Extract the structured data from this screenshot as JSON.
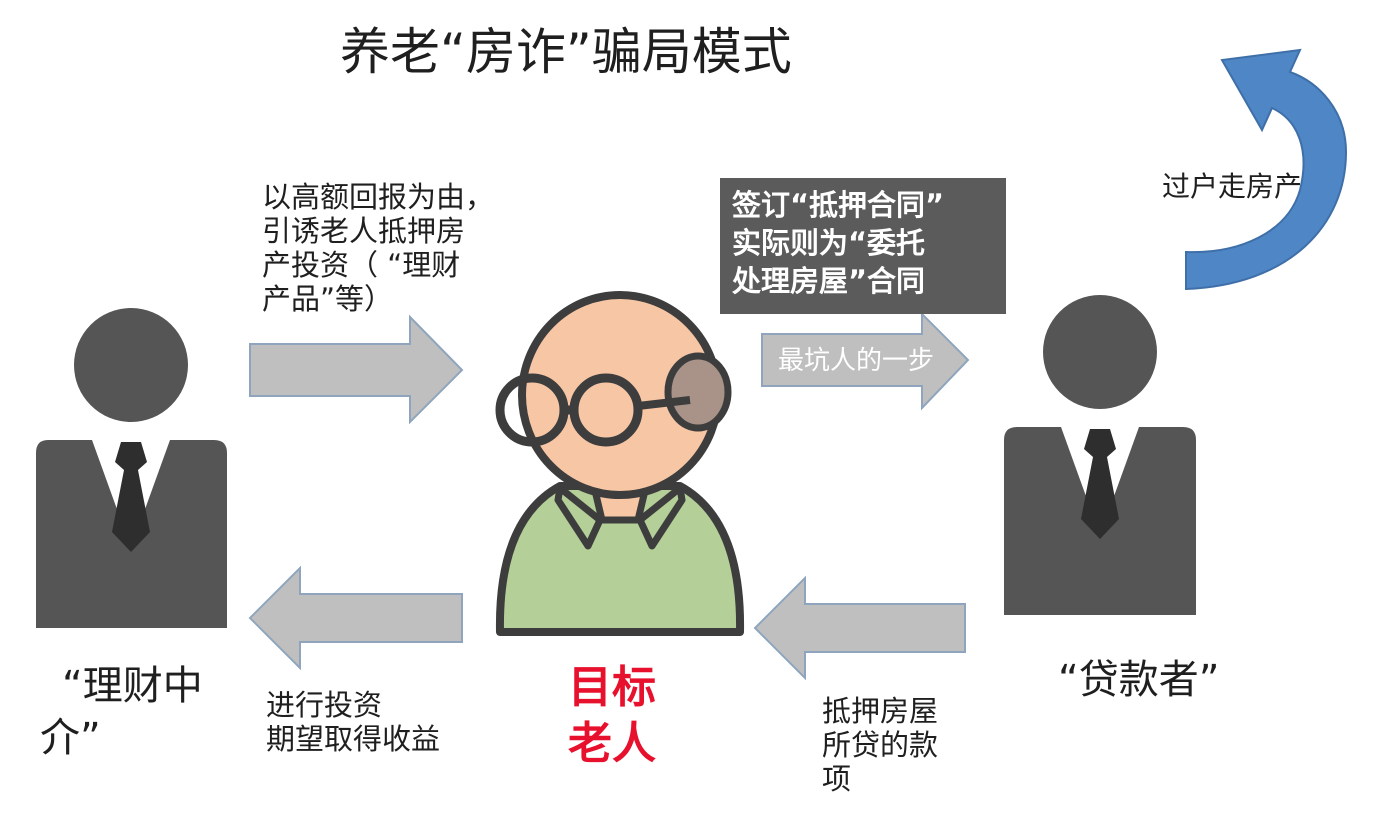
{
  "title": "养老“房诈”骗局模式",
  "actors": {
    "agent": {
      "lines": [
        "“理财中",
        "介”"
      ]
    },
    "lender": {
      "name": "“贷款者”"
    },
    "target": {
      "lines": [
        "目标",
        "老人"
      ]
    }
  },
  "flows": {
    "lure": {
      "lines": [
        "以高额回报为由，",
        "引诱老人抵押房",
        "产投资（ “理财",
        "产品”等）"
      ]
    },
    "contract": {
      "lines": [
        "签订“抵押合同”",
        "实际则为“委托",
        "处理房屋”合同"
      ]
    },
    "weakest_step": "最坑人的一步",
    "transfer": "过户走房产",
    "loan": {
      "lines": [
        "抵押房屋",
        "所贷的款",
        "项"
      ]
    },
    "invest": {
      "lines": [
        "进行投资",
        "期望取得收益"
      ]
    }
  },
  "colors": {
    "figure": "#555555",
    "arrow_fill": "#bfbfbf",
    "arrow_stroke": "#8fa5bd",
    "contract_box": "#5b5b5b",
    "target_text": "#e8112d",
    "curved_arrow": "#4f86c6",
    "elder_skin": "#f7c6a5",
    "elder_shirt": "#b5cf98"
  }
}
